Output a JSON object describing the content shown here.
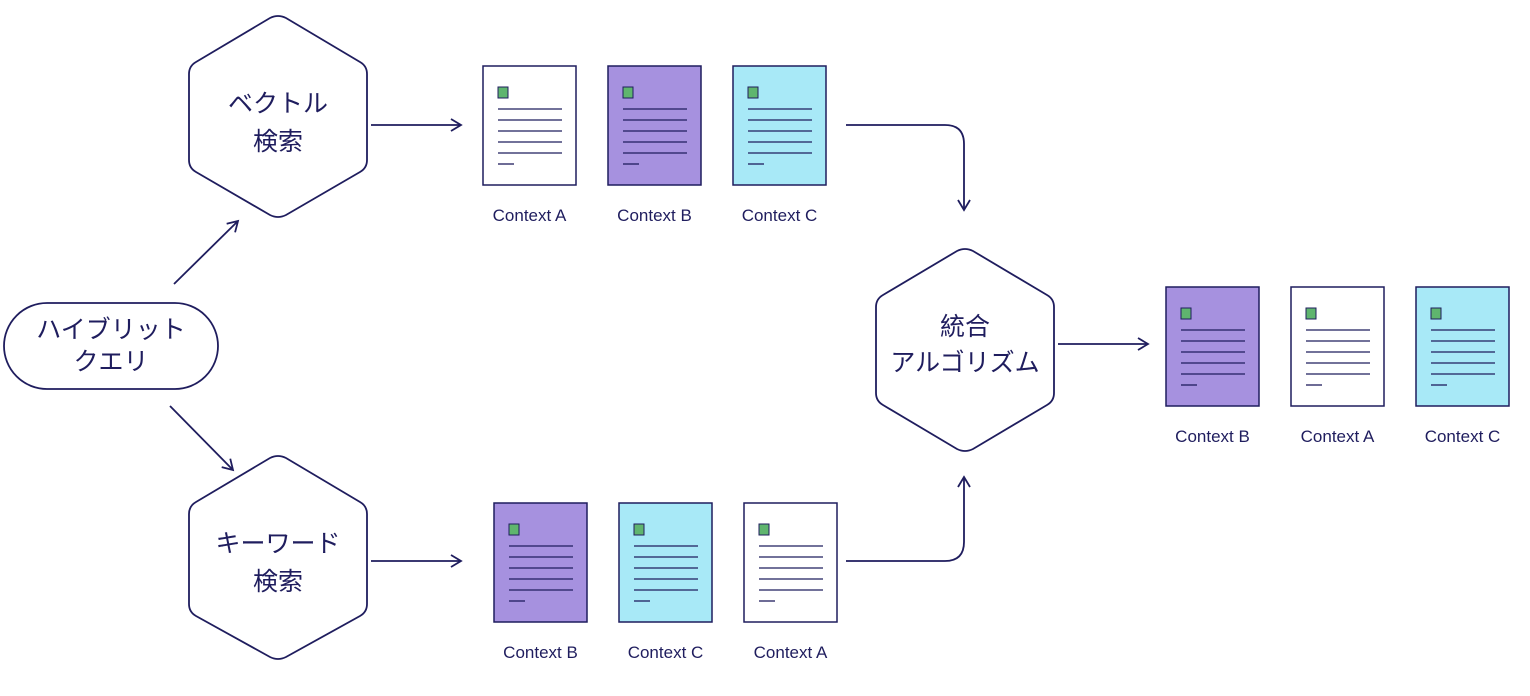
{
  "colors": {
    "ink": "#1f1d5e",
    "doc_white": "#ffffff",
    "doc_purple": "#a691df",
    "doc_cyan": "#a8e9f7",
    "doc_marker": "#5fb56e"
  },
  "nodes": {
    "query": {
      "lines": [
        "ハイブリット",
        "クエリ"
      ]
    },
    "vector_search": {
      "lines": [
        "ベクトル",
        "検索"
      ]
    },
    "keyword_search": {
      "lines": [
        "キーワード",
        "検索"
      ]
    },
    "merge": {
      "lines": [
        "統合",
        "アルゴリズム"
      ]
    }
  },
  "vector_results": [
    {
      "label": "Context A",
      "color": "white"
    },
    {
      "label": "Context B",
      "color": "purple"
    },
    {
      "label": "Context C",
      "color": "cyan"
    }
  ],
  "keyword_results": [
    {
      "label": "Context B",
      "color": "purple"
    },
    {
      "label": "Context C",
      "color": "cyan"
    },
    {
      "label": "Context A",
      "color": "white"
    }
  ],
  "merged_results": [
    {
      "label": "Context B",
      "color": "purple"
    },
    {
      "label": "Context A",
      "color": "white"
    },
    {
      "label": "Context C",
      "color": "cyan"
    }
  ]
}
